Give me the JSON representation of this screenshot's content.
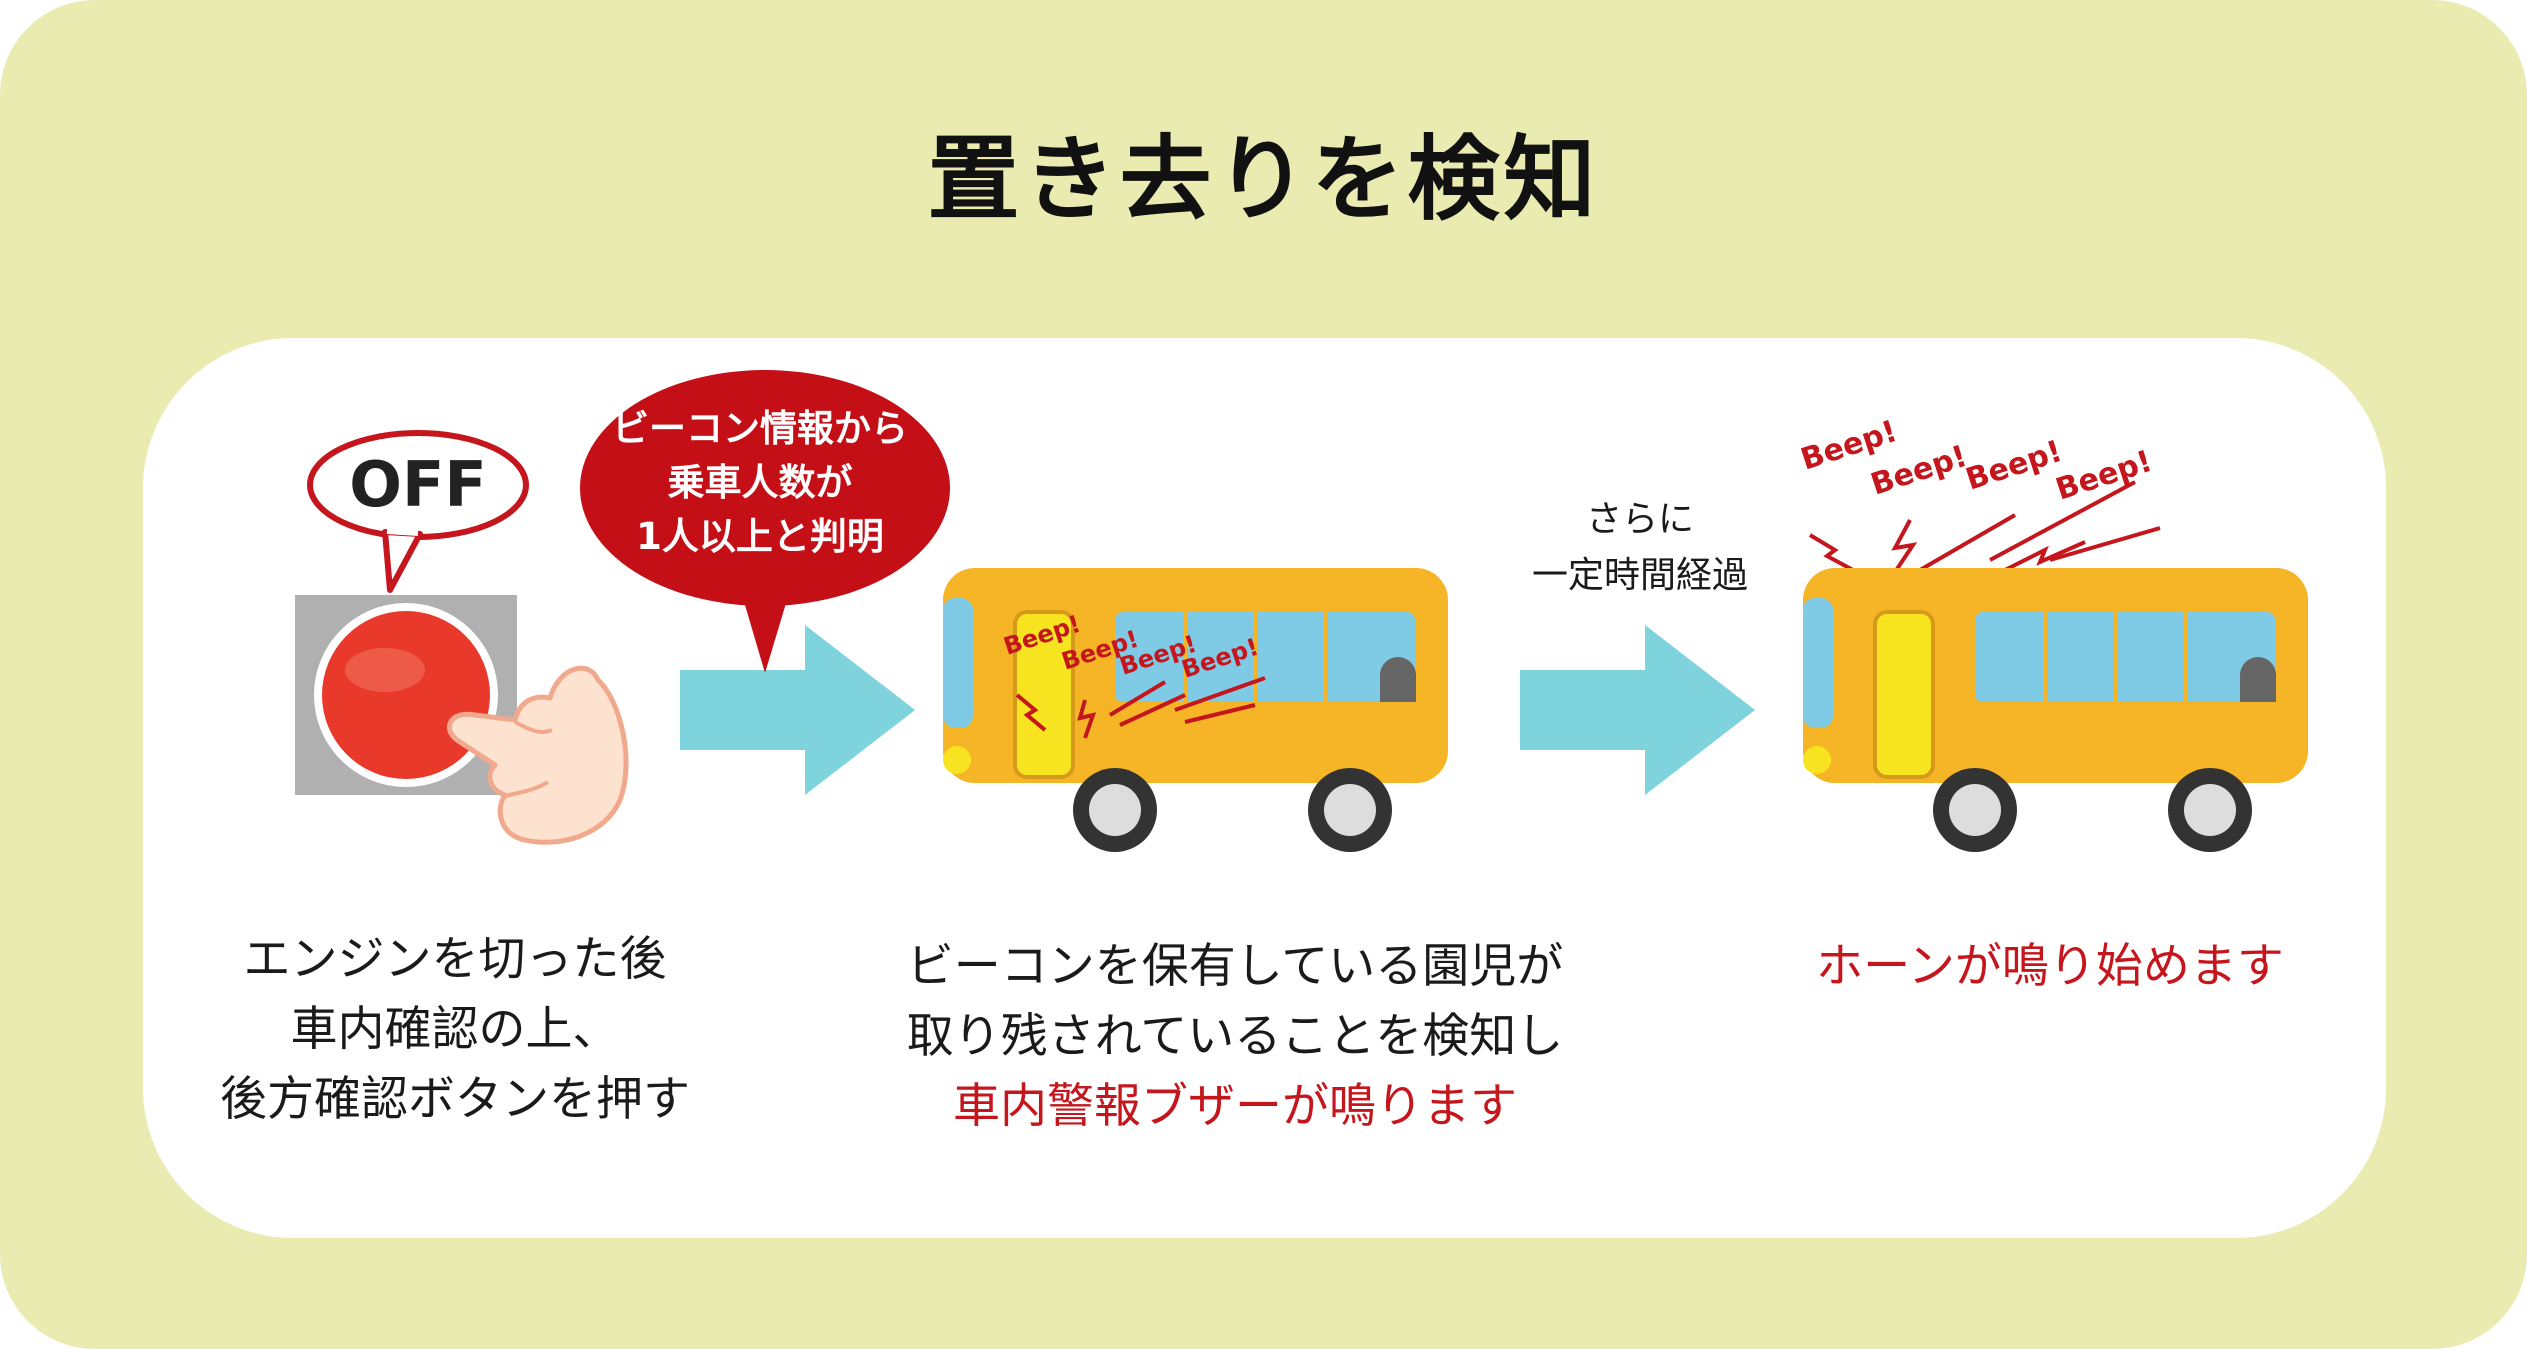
{
  "title": "置き去りを検知",
  "step1": {
    "badge": "OFF",
    "caption": [
      "エンジンを切った後",
      "車内確認の上、",
      "後方確認ボタンを押す"
    ]
  },
  "bubble": {
    "lines": [
      "ビーコン情報から",
      "乗車人数が",
      "1人以上と判明"
    ]
  },
  "step2": {
    "beeps": [
      "Beep!",
      "Beep!",
      "Beep!",
      "Beep!"
    ],
    "caption": [
      "ビーコンを保有している園児が",
      "取り残されていることを検知し"
    ],
    "caption_alert": "車内警報ブザーが鳴ります"
  },
  "elapse": {
    "lines": [
      "さらに",
      "一定時間経過"
    ]
  },
  "step3": {
    "beeps": [
      "Beep!",
      "Beep!",
      "Beep!",
      "Beep!"
    ],
    "caption_alert": "ホーンが鳴り始めます"
  },
  "colors": {
    "background": "#e9ebb1",
    "panel": "#ffffff",
    "arrow": "#7fd3dc",
    "bus_body": "#f6b526",
    "bus_window": "#7fcbe6",
    "alert_red": "#c4161c",
    "button_red": "#e8392a"
  },
  "icons": [
    "off-speech-bubble-icon",
    "red-push-button-icon",
    "pointing-hand-icon",
    "right-arrow-icon",
    "school-bus-icon"
  ]
}
